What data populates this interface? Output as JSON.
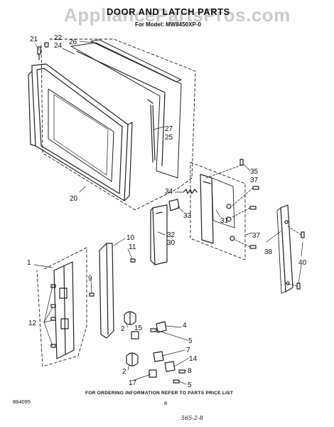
{
  "watermark": "AppliancePartsPros.com",
  "title": "DOOR AND LATCH PARTS",
  "subtitle": "For Model: MW8450XP-0",
  "callouts": {
    "c1": "1",
    "c2a": "2",
    "c2b": "2",
    "c4": "4",
    "c5a": "5",
    "c5b": "5",
    "c7": "7",
    "c8": "8",
    "c9": "9",
    "c10": "10",
    "c11": "11",
    "c12": "12",
    "c14": "14",
    "c15": "15",
    "c17": "17",
    "c20": "20",
    "c21": "21",
    "c22": "22",
    "c24": "24",
    "c25": "25",
    "c26": "26",
    "c27": "27",
    "c30": "30",
    "c31": "31",
    "c32": "32",
    "c33": "33",
    "c34": "34",
    "c35": "35",
    "c37a": "37",
    "c37b": "37",
    "c38": "38",
    "c40": "40"
  },
  "footer_note": "FOR ORDERING INFORMATION REFER TO PARTS PRICE LIST",
  "doc_code": "884095",
  "page_number": "8",
  "handwritten_note": "565-2-8"
}
